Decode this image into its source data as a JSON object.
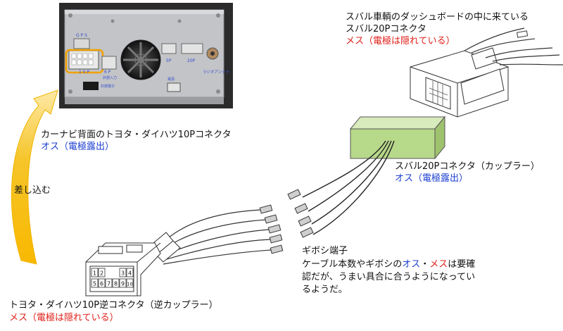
{
  "photo": {
    "port_labels": {
      "gps": "G P S",
      "ten_pin": "1 0 P",
      "six_pin": "6 P",
      "five_pin": "5P",
      "twenty_pin": "20P",
      "radio_antenna": "ラジオアンテナ",
      "small_left": "外部入力",
      "small_mid": "外部端子",
      "small_bottom": "電源"
    }
  },
  "labels": {
    "subaru_dash_line1": "スバル車輌のダッシュボードの中に来ている",
    "subaru_dash_line2": "スバル20Pコネクタ",
    "subaru_dash_line3": "メス（電極は隠れている）",
    "navi_back_line1": "カーナビ背面のトヨタ・ダイハツ10Pコネクタ",
    "navi_back_line2": "オス（電極露出）",
    "insert": "差し込む",
    "subaru_coupler_line1": "スバル20Pコネクタ（カップラー）",
    "subaru_coupler_line2": "オス（電極露出）",
    "gibosi_title": "ギボシ端子",
    "gibosi_line1_a": "ケーブル本数やギボシの",
    "gibosi_line1_b": "オス",
    "gibosi_line1_c": "・",
    "gibosi_line1_d": "メス",
    "gibosi_line1_e": "は要確",
    "gibosi_line2": "認だが、うまい具合に合うようになってい",
    "gibosi_line3": "るようだ。",
    "toyota_rev_line1": "トヨタ・ダイハツ10P逆コネクタ（逆カップラー）",
    "toyota_rev_line2": "メス（電極は隠れている）"
  },
  "connector_pins": [
    "1",
    "2",
    "3",
    "4",
    "5",
    "6",
    "7",
    "8",
    "9",
    "10"
  ],
  "colors": {
    "label_blue": "#1e3fd0",
    "label_red": "#e0201a",
    "arrow_yellow": "#f2c200",
    "coupler_green": "#b7d98a",
    "highlight_orange": "#f2a100"
  }
}
